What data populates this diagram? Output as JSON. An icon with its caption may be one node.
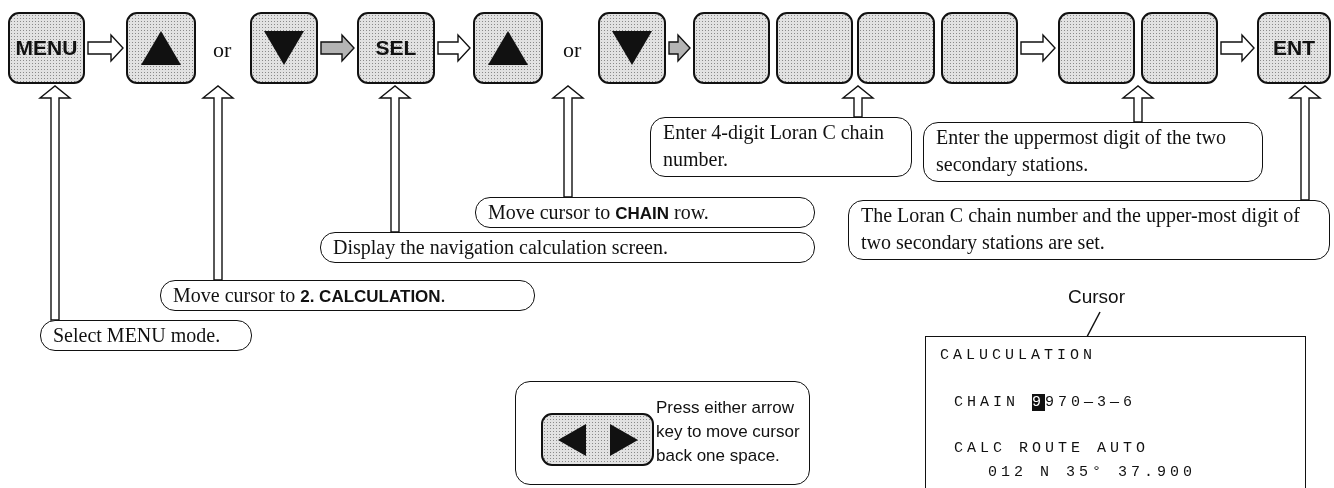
{
  "diagram": {
    "nodes": [
      {
        "text": [
          "MENU"
        ]
      },
      {
        "text": [],
        "shape": "box"
      },
      {
        "text": [],
        "shape": "box"
      },
      {
        "text": [
          "SEL"
        ]
      },
      {
        "text": [],
        "shape": "box"
      },
      {
        "text": [],
        "shape": "box"
      },
      {
        "text": [],
        "shape": "box"
      },
      {
        "text": [],
        "shape": "box"
      },
      {
        "text": [],
        "shape": "box"
      },
      {
        "text": [],
        "shape": "box"
      },
      {
        "text": [],
        "shape": "box"
      },
      {
        "text": [],
        "shape": "box"
      },
      {
        "text": [
          "ENT"
        ]
      },
      {
        "text": [
          "Select MENU mode."
        ]
      },
      {
        "text": [
          "Move cursor to **2. CALCULATION**."
        ]
      },
      {
        "text": [
          "Display the navigation calculation screen."
        ]
      },
      {
        "text": [
          "Move cursor to **CHAIN** row."
        ]
      },
      {
        "text": [
          "Enter 4-digit Loran C chain number."
        ]
      },
      {
        "text": [
          "Enter the uppermost digit of the two secondary stations."
        ]
      },
      {
        "text": [
          "The Loran C chain number and the upper-most digit of two secondary stations are set."
        ]
      },
      {
        "text": [
          "Press either arrow key to move cursor back one space."
        ]
      },
      {
        "text": [],
        "shape": "box",
        "in": 20
      },
      {
        "text": [
          "Cursor"
        ]
      },
      {
        "text": [
          "CALUCULATION",
          "CHAIN 9970—3—6",
          "CALC ROUTE AUTO",
          "012 N 35° 37.900"
        ]
      }
    ],
    "edges": [
      {
        "from": 0,
        "to": 1,
        "arrow": "to"
      },
      {
        "from": 2,
        "to": 3,
        "arrow": "to",
        "color": "#b4b4b4"
      },
      {
        "from": 3,
        "to": 4,
        "arrow": "to"
      },
      {
        "from": 5,
        "to": 6,
        "arrow": "to",
        "color": "#b4b4b4"
      },
      {
        "from": 9,
        "to": 10,
        "arrow": "to"
      },
      {
        "from": 11,
        "to": 12,
        "arrow": "to"
      },
      {
        "from": 13,
        "to": 0,
        "arrow": "to"
      },
      {
        "from": 14,
        "to": null,
        "arrow": "to"
      },
      {
        "from": 15,
        "to": 3,
        "arrow": "to"
      },
      {
        "from": 16,
        "to": null,
        "arrow": "to"
      },
      {
        "from": 17,
        "to": null,
        "arrow": "to"
      },
      {
        "from": 18,
        "to": null,
        "arrow": "to"
      },
      {
        "from": 19,
        "to": 12,
        "arrow": "to"
      },
      {
        "from": 22,
        "to": 23,
        "arrow": "none"
      }
    ],
    "labels": [
      "or",
      "or"
    ]
  }
}
